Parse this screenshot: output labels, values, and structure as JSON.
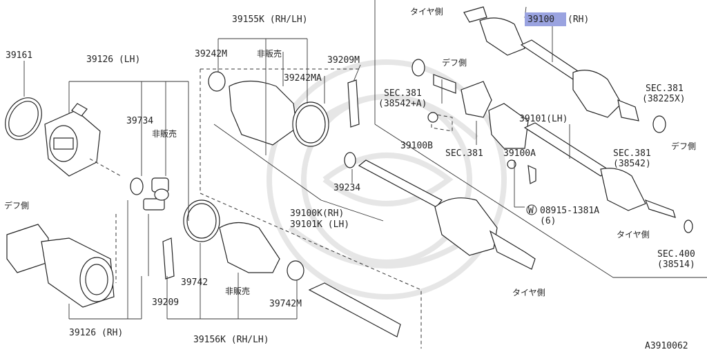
{
  "figure_code": "A3910062",
  "side_labels": {
    "diff_side": "デフ側",
    "tire_side": "タイヤ側",
    "not_sold": "非販売"
  },
  "parts": {
    "p39161": "39161",
    "p39126_lh": "39126 (LH)",
    "p39126_rh": "39126 (RH)",
    "p39734": "39734",
    "p39155k": "39155K (RH/LH)",
    "p39242m": "39242M",
    "p39242ma": "39242MA",
    "p39209m": "39209M",
    "p39234": "39234",
    "p39100k": "39100K(RH)",
    "p39101k": "39101K (LH)",
    "p39742": "39742",
    "p39209": "39209",
    "p39742m": "39742M",
    "p39156k": "39156K (RH/LH)",
    "p39100_code": "39100",
    "p39100_side": "(RH)",
    "p39101": "39101(LH)",
    "p39100b": "39100B",
    "p39100a": "39100A",
    "washer_w": "W",
    "p08915": "08915-1381A",
    "p08915_qty": "(6)"
  },
  "sections": {
    "sec381_a_code": "SEC.381",
    "sec381_a_ref": "(38542+A)",
    "sec381_b": "SEC.381",
    "sec381_c_code": "SEC.381",
    "sec381_c_ref": "(38225X)",
    "sec381_d_code": "SEC.381",
    "sec381_d_ref": "(38542)",
    "sec400_code": "SEC.400",
    "sec400_ref": "(38514)"
  },
  "colors": {
    "highlight": "#9aa3e0",
    "ink": "#222222"
  }
}
